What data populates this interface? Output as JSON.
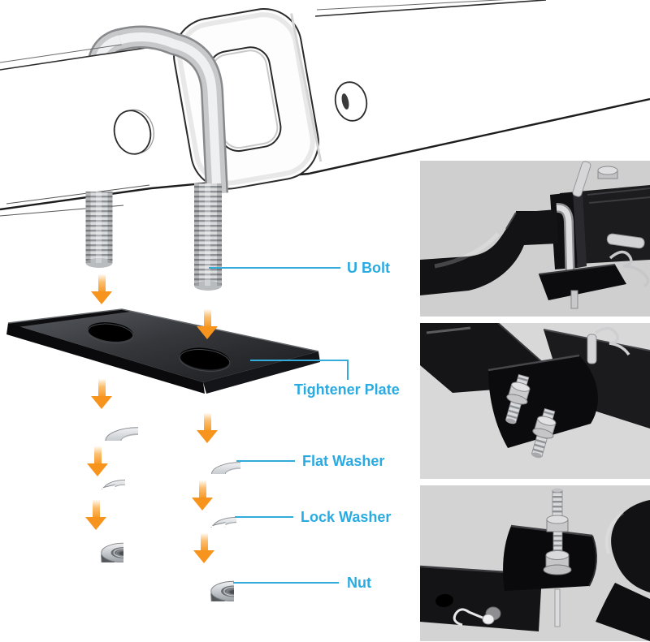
{
  "page": {
    "background_color": "#FFFFFF"
  },
  "diagram": {
    "label_color": "#29ABE2",
    "leader_line_color": "#33ACDC",
    "arrow_color": "#F7941D",
    "plate_color": "#2B2D31",
    "labels": [
      {
        "id": "u-bolt",
        "text": "U Bolt"
      },
      {
        "id": "tightener-plate",
        "text": "Tightener Plate"
      },
      {
        "id": "flat-washer",
        "text": "Flat Washer"
      },
      {
        "id": "lock-washer",
        "text": "Lock Washer"
      },
      {
        "id": "nut",
        "text": "Nut"
      }
    ]
  },
  "photos": [
    {
      "id": "photo-side-view",
      "description": "hitch tightener installed on receiver, side view with hitch pin clip"
    },
    {
      "id": "photo-under-view",
      "description": "hitch tightener installed, underside view showing nuts on u-bolt ends"
    },
    {
      "id": "photo-top-view",
      "description": "hitch tightener installed, top view showing stacked nuts and washers"
    }
  ]
}
